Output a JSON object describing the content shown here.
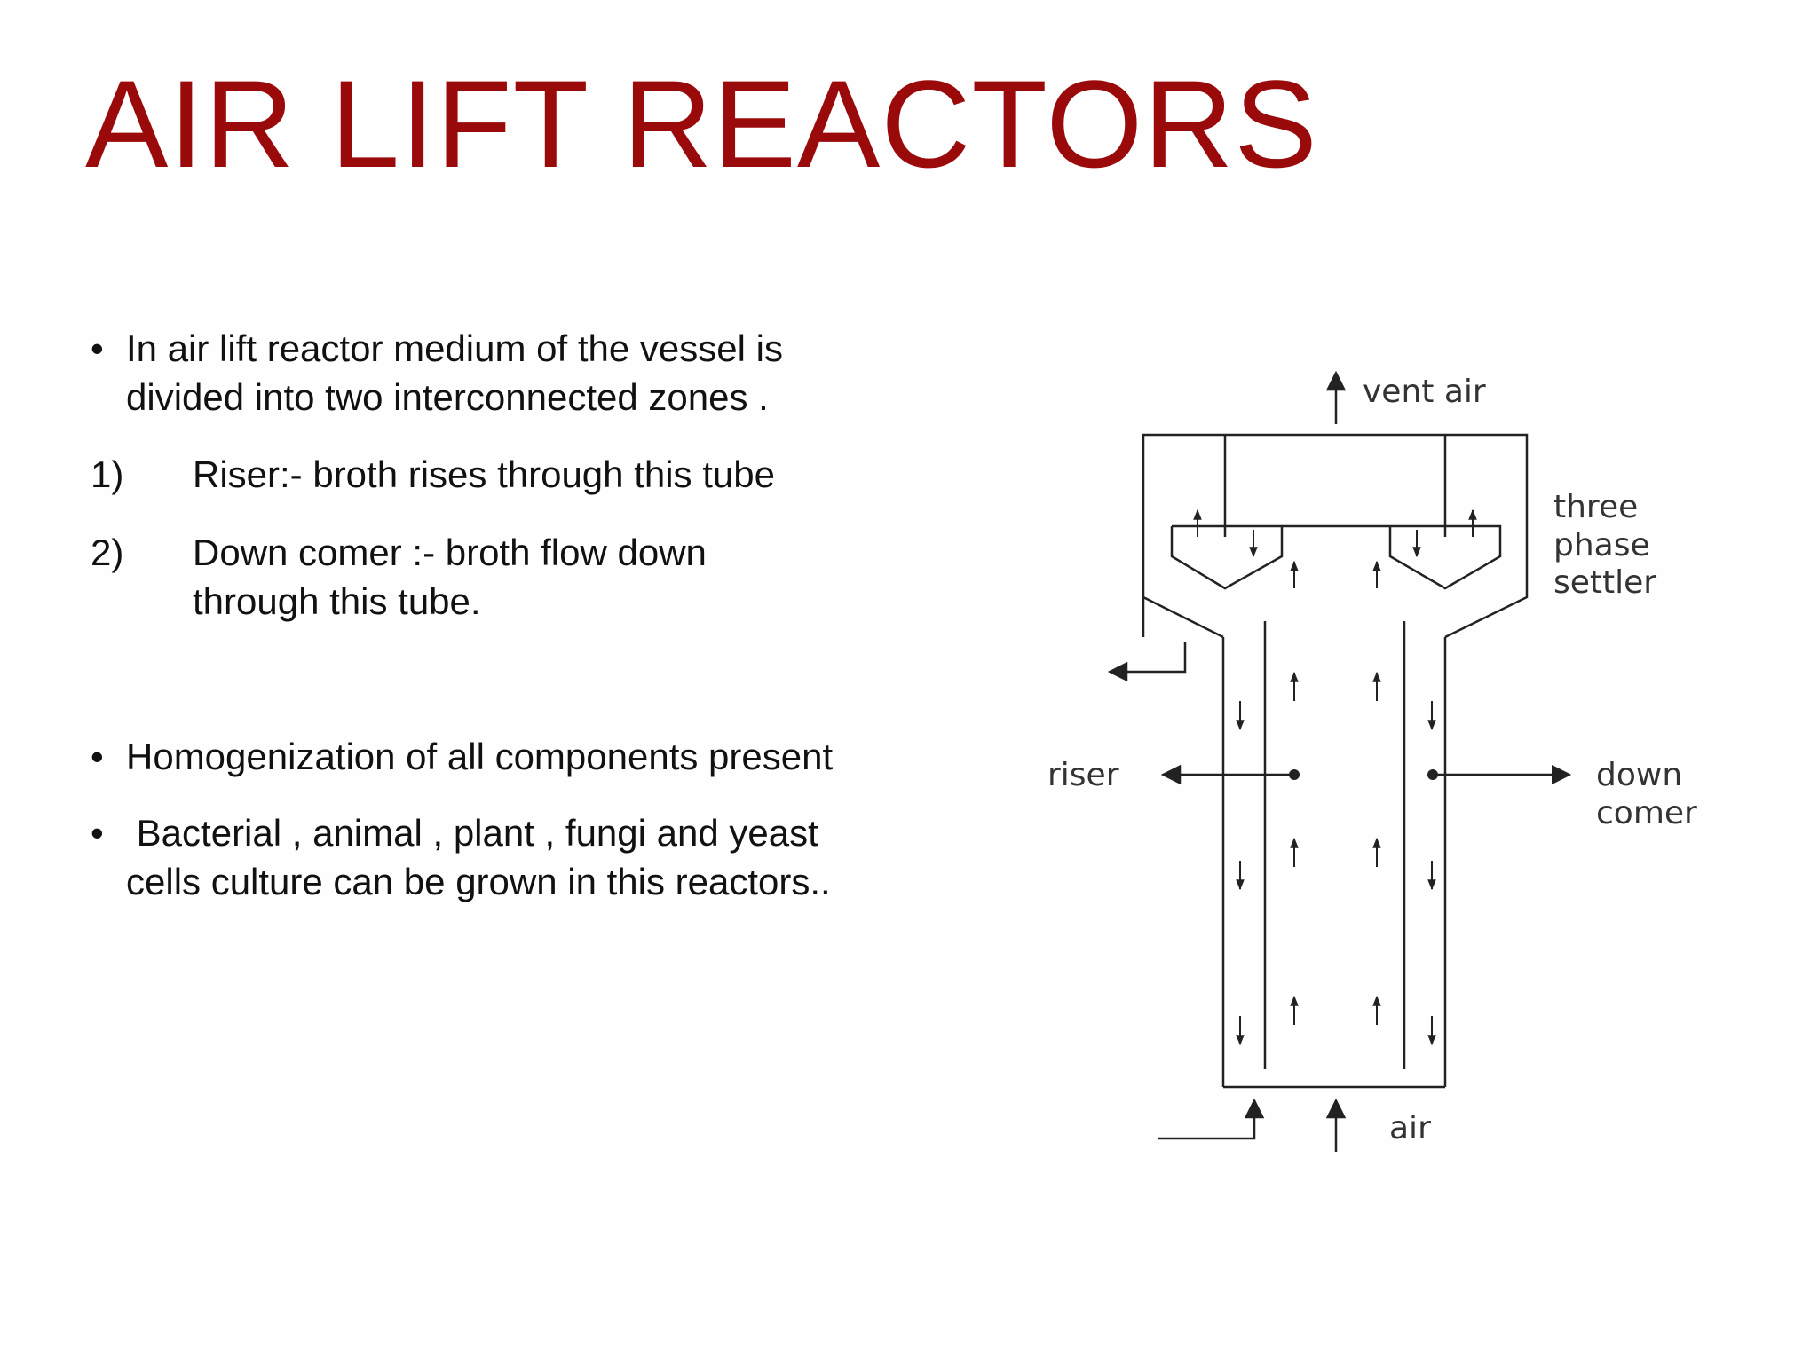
{
  "slide": {
    "title": "AIR LIFT REACTORS",
    "colors": {
      "title": "#9b0a0a",
      "text": "#111111",
      "diagram_line": "#222222"
    }
  },
  "content": {
    "bullet1": {
      "marker": "•",
      "line1": "In air lift reactor  medium of the vessel is",
      "line2": "divided into two interconnected zones ."
    },
    "item1": {
      "marker": "1)",
      "text": "Riser:- broth rises through this tube"
    },
    "item2": {
      "marker": "2)",
      "line1": "Down comer :-  broth flow down",
      "line2": "through this tube."
    },
    "bullet2": {
      "marker": "•",
      "text": "Homogenization of all components present"
    },
    "bullet3": {
      "marker": "•",
      "line1": " Bacterial , animal , plant , fungi and yeast",
      "line2": "cells culture can be grown in this reactors.."
    }
  },
  "diagram": {
    "labels": {
      "vent_air": "vent air",
      "three": "three",
      "phase": "phase",
      "settler": "settler",
      "riser": "riser",
      "down": "down",
      "comer": "comer",
      "air": "air"
    }
  }
}
